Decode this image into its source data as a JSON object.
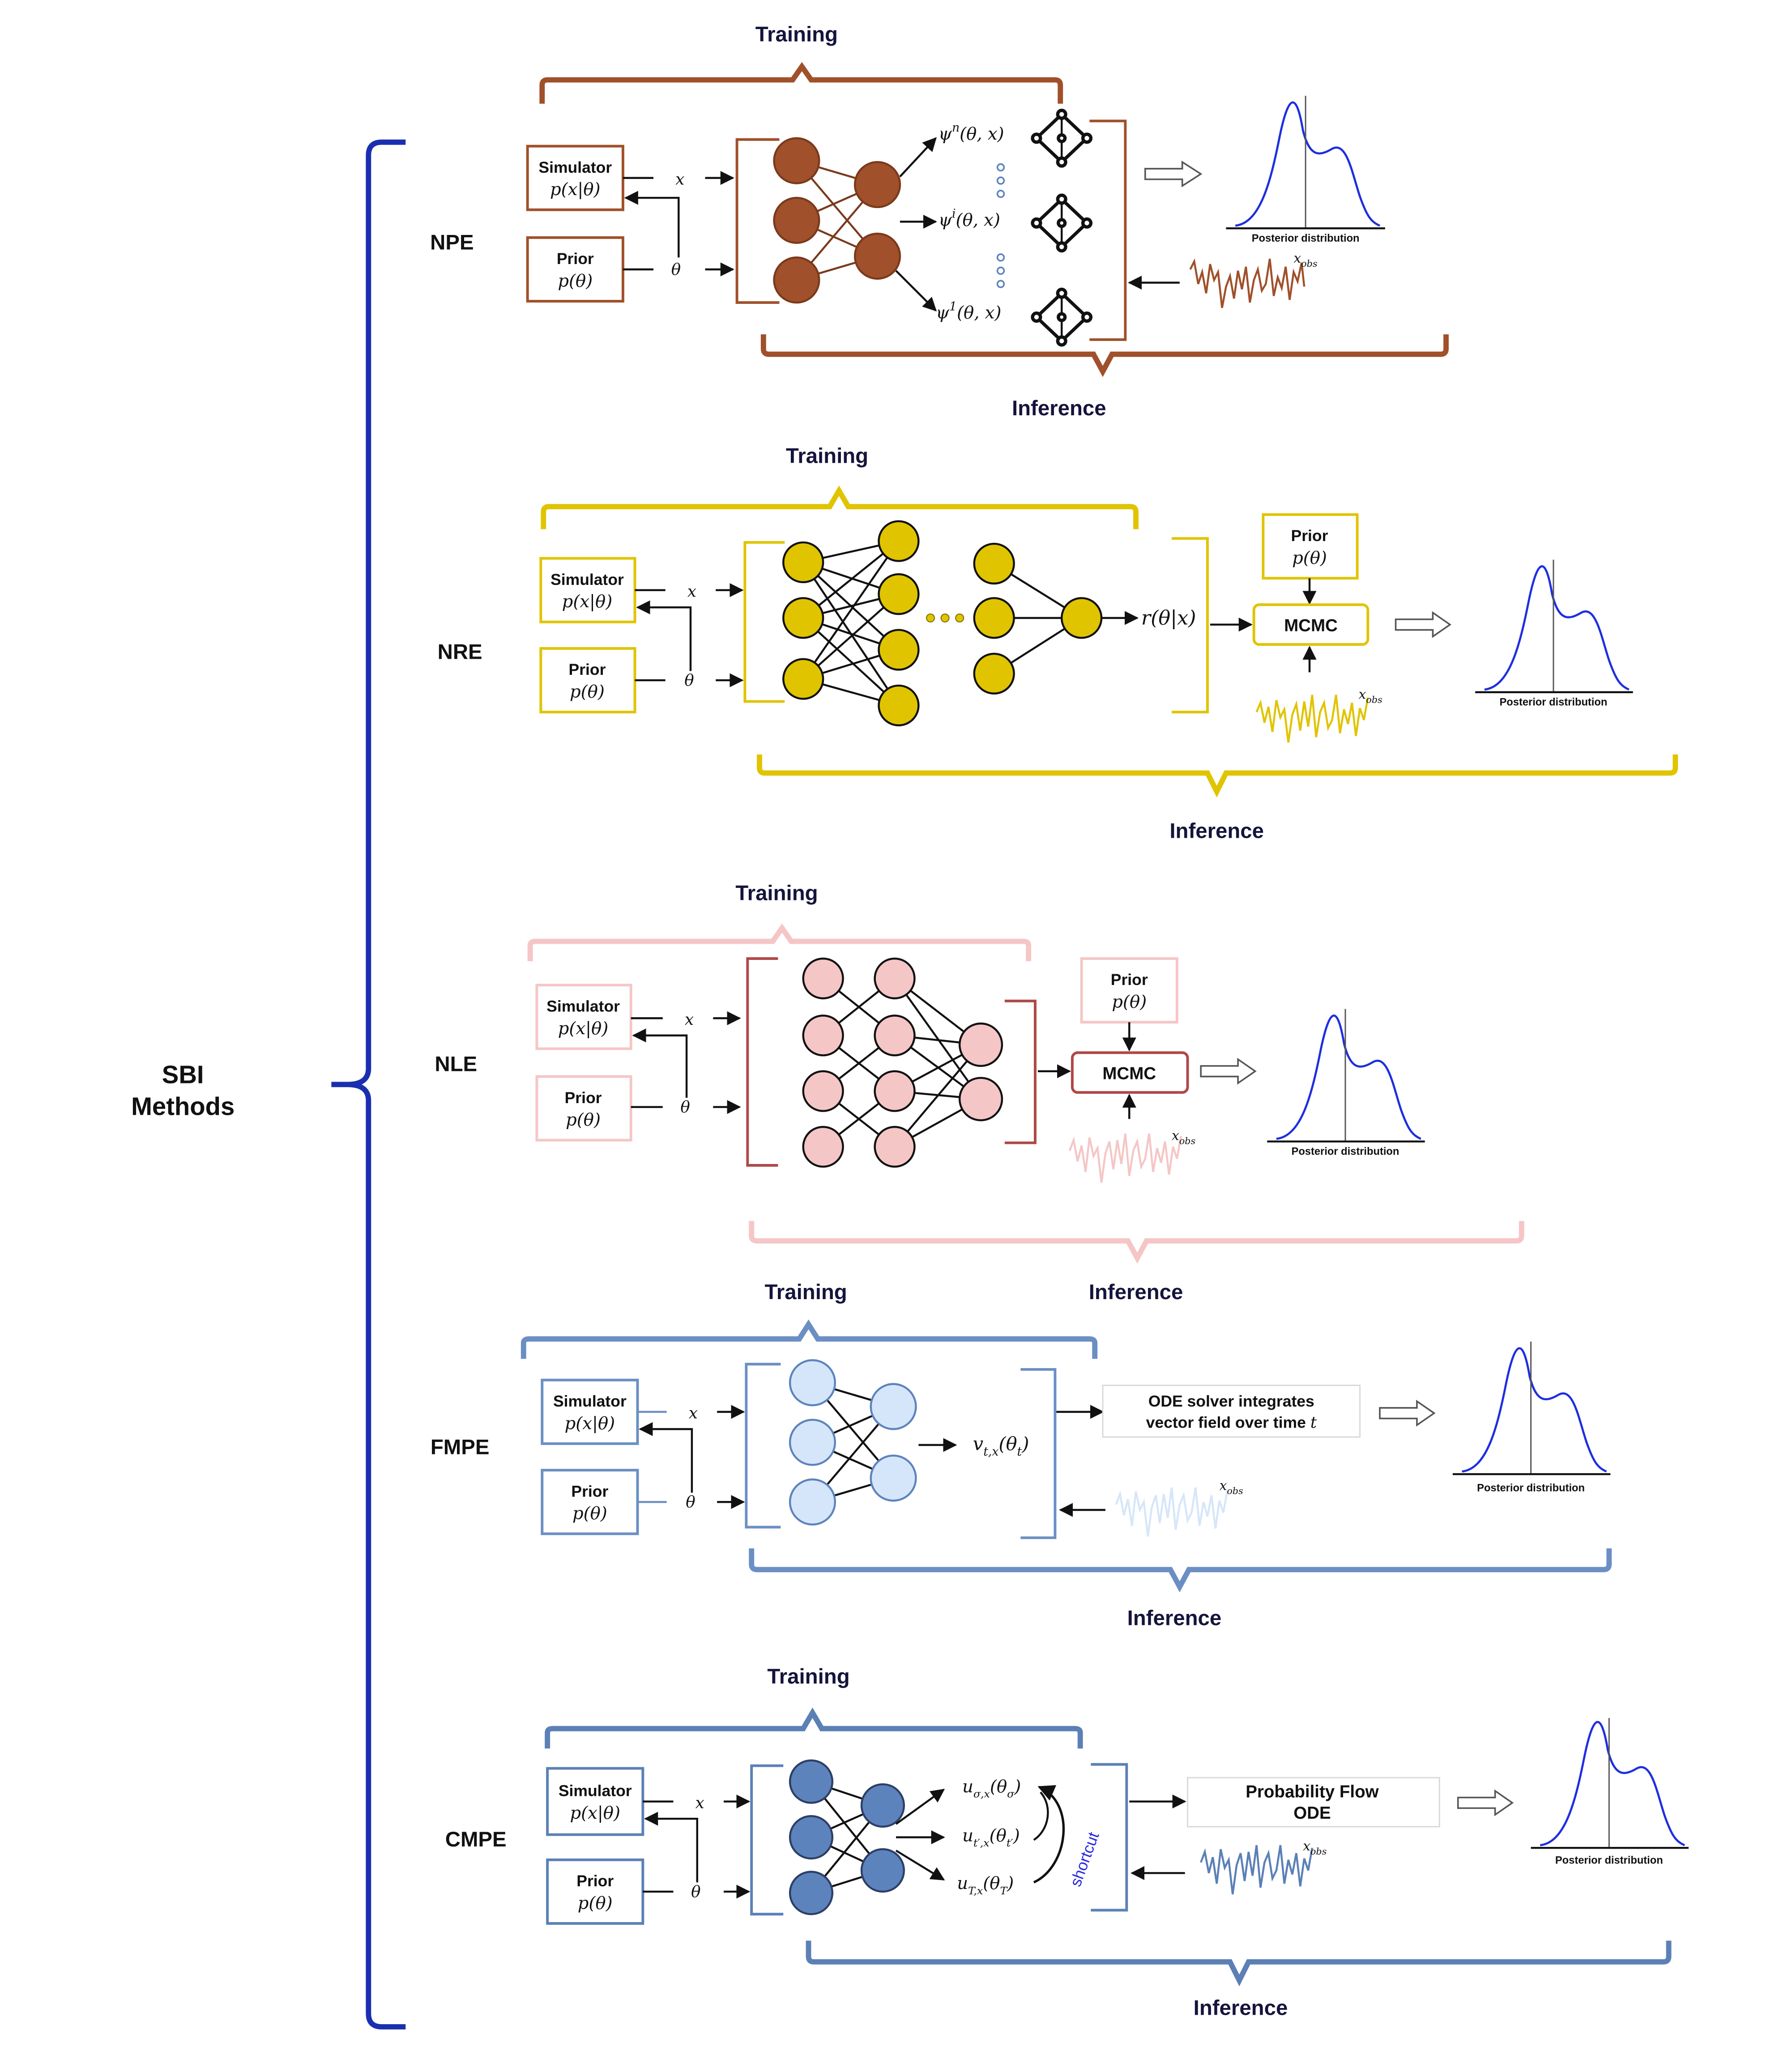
{
  "title": "SBI Methods",
  "title_lines": [
    "SBI",
    "Methods"
  ],
  "colors": {
    "outer_brace": "#1a2fb0",
    "npe": "#a0502a",
    "nre": "#e0c400",
    "nle": "#f5c6c6",
    "nle_accent": "#b04848",
    "fmpe": "#6b8fc4",
    "fmpe_node": "#d6e6fa",
    "cmpe": "#5b80b6",
    "cmpe_node": "#5d83bd",
    "posterior": "#1e2ee0"
  },
  "common": {
    "training": "Training",
    "inference": "Inference",
    "simulator": "Simulator",
    "simulator_expr": "p(x|θ)",
    "prior": "Prior",
    "prior_expr": "p(θ)",
    "x_label": "x",
    "theta_label": "θ",
    "posterior": "Posterior distribution",
    "xobs_base": "x",
    "xobs_sub": "obs",
    "mcmc": "MCMC"
  },
  "methods": [
    {
      "name": "NPE",
      "outputs": [
        {
          "base": "ψ",
          "sup": "n",
          "args": "(θ, x)"
        },
        {
          "base": "ψ",
          "sup": "i",
          "args": "(θ, x)"
        },
        {
          "base": "ψ",
          "sup": "1",
          "args": "(θ, x)"
        }
      ]
    },
    {
      "name": "NRE",
      "output": "r(θ|x)"
    },
    {
      "name": "NLE"
    },
    {
      "name": "FMPE",
      "output": {
        "base": "v",
        "sub": "t,x",
        "args": "(θ",
        "sub2": "t",
        "close": ")"
      },
      "solver_lines": [
        "ODE solver integrates",
        "vector field over time "
      ],
      "solver_var": "t"
    },
    {
      "name": "CMPE",
      "outputs": [
        {
          "base": "u",
          "sub": "σ,x",
          "args": "(θ",
          "sub2": "σ",
          "close": ")"
        },
        {
          "base": "u",
          "sub": "t′,x",
          "args": "(θ",
          "sub2": "t′",
          "close": ")"
        },
        {
          "base": "u",
          "sub": "T,x",
          "args": "(θ",
          "sub2": "T",
          "close": ")"
        }
      ],
      "shortcut": "shortcut",
      "flow_lines": [
        "Probability Flow",
        "ODE"
      ]
    }
  ]
}
